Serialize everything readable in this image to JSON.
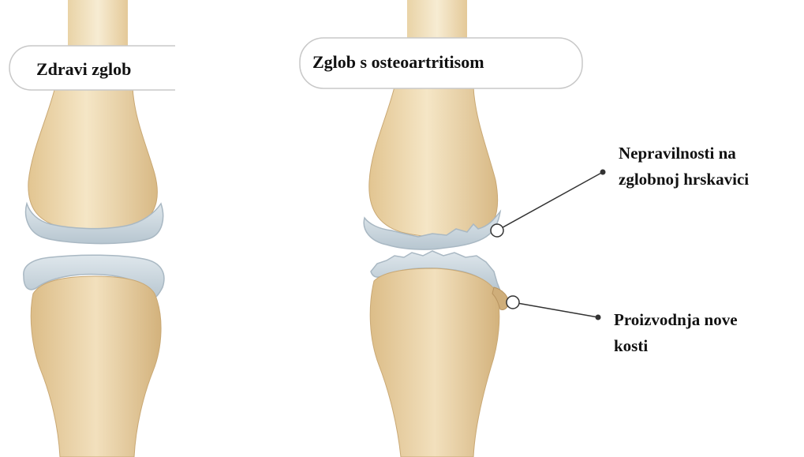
{
  "labels": {
    "healthy": "Zdravi zglob",
    "osteo": "Zglob s osteoartritisom",
    "cartilage_line1": "Nepravilnosti na",
    "cartilage_line2": "zglobnoj hrskavici",
    "newbone_line1": "Proizvodnja nove",
    "newbone_line2": "kosti"
  },
  "colors": {
    "bone_light": "#f3e3c0",
    "bone_mid": "#e2c998",
    "bone_dark": "#c9a672",
    "cartilage": "#d4dde3",
    "cartilage_edge": "#a9b8c3",
    "leader_line": "#333333"
  }
}
